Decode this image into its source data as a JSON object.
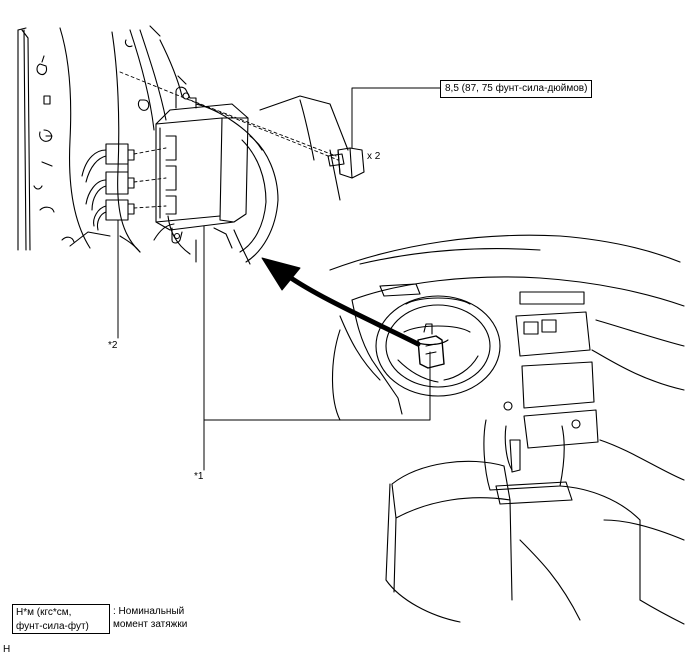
{
  "torque_callout": "8,5 (87, 75 фунт-сила-дюймов)",
  "bolt_quantity": "x 2",
  "callout_1": "*1",
  "callout_2": "*2",
  "legend": {
    "box_line1": "Н*м (кгс*см,",
    "box_line2": "фунт-сила-фут)",
    "desc_line1": ": Номинальный",
    "desc_line2": "момент затяжки"
  },
  "corner_code": "H"
}
